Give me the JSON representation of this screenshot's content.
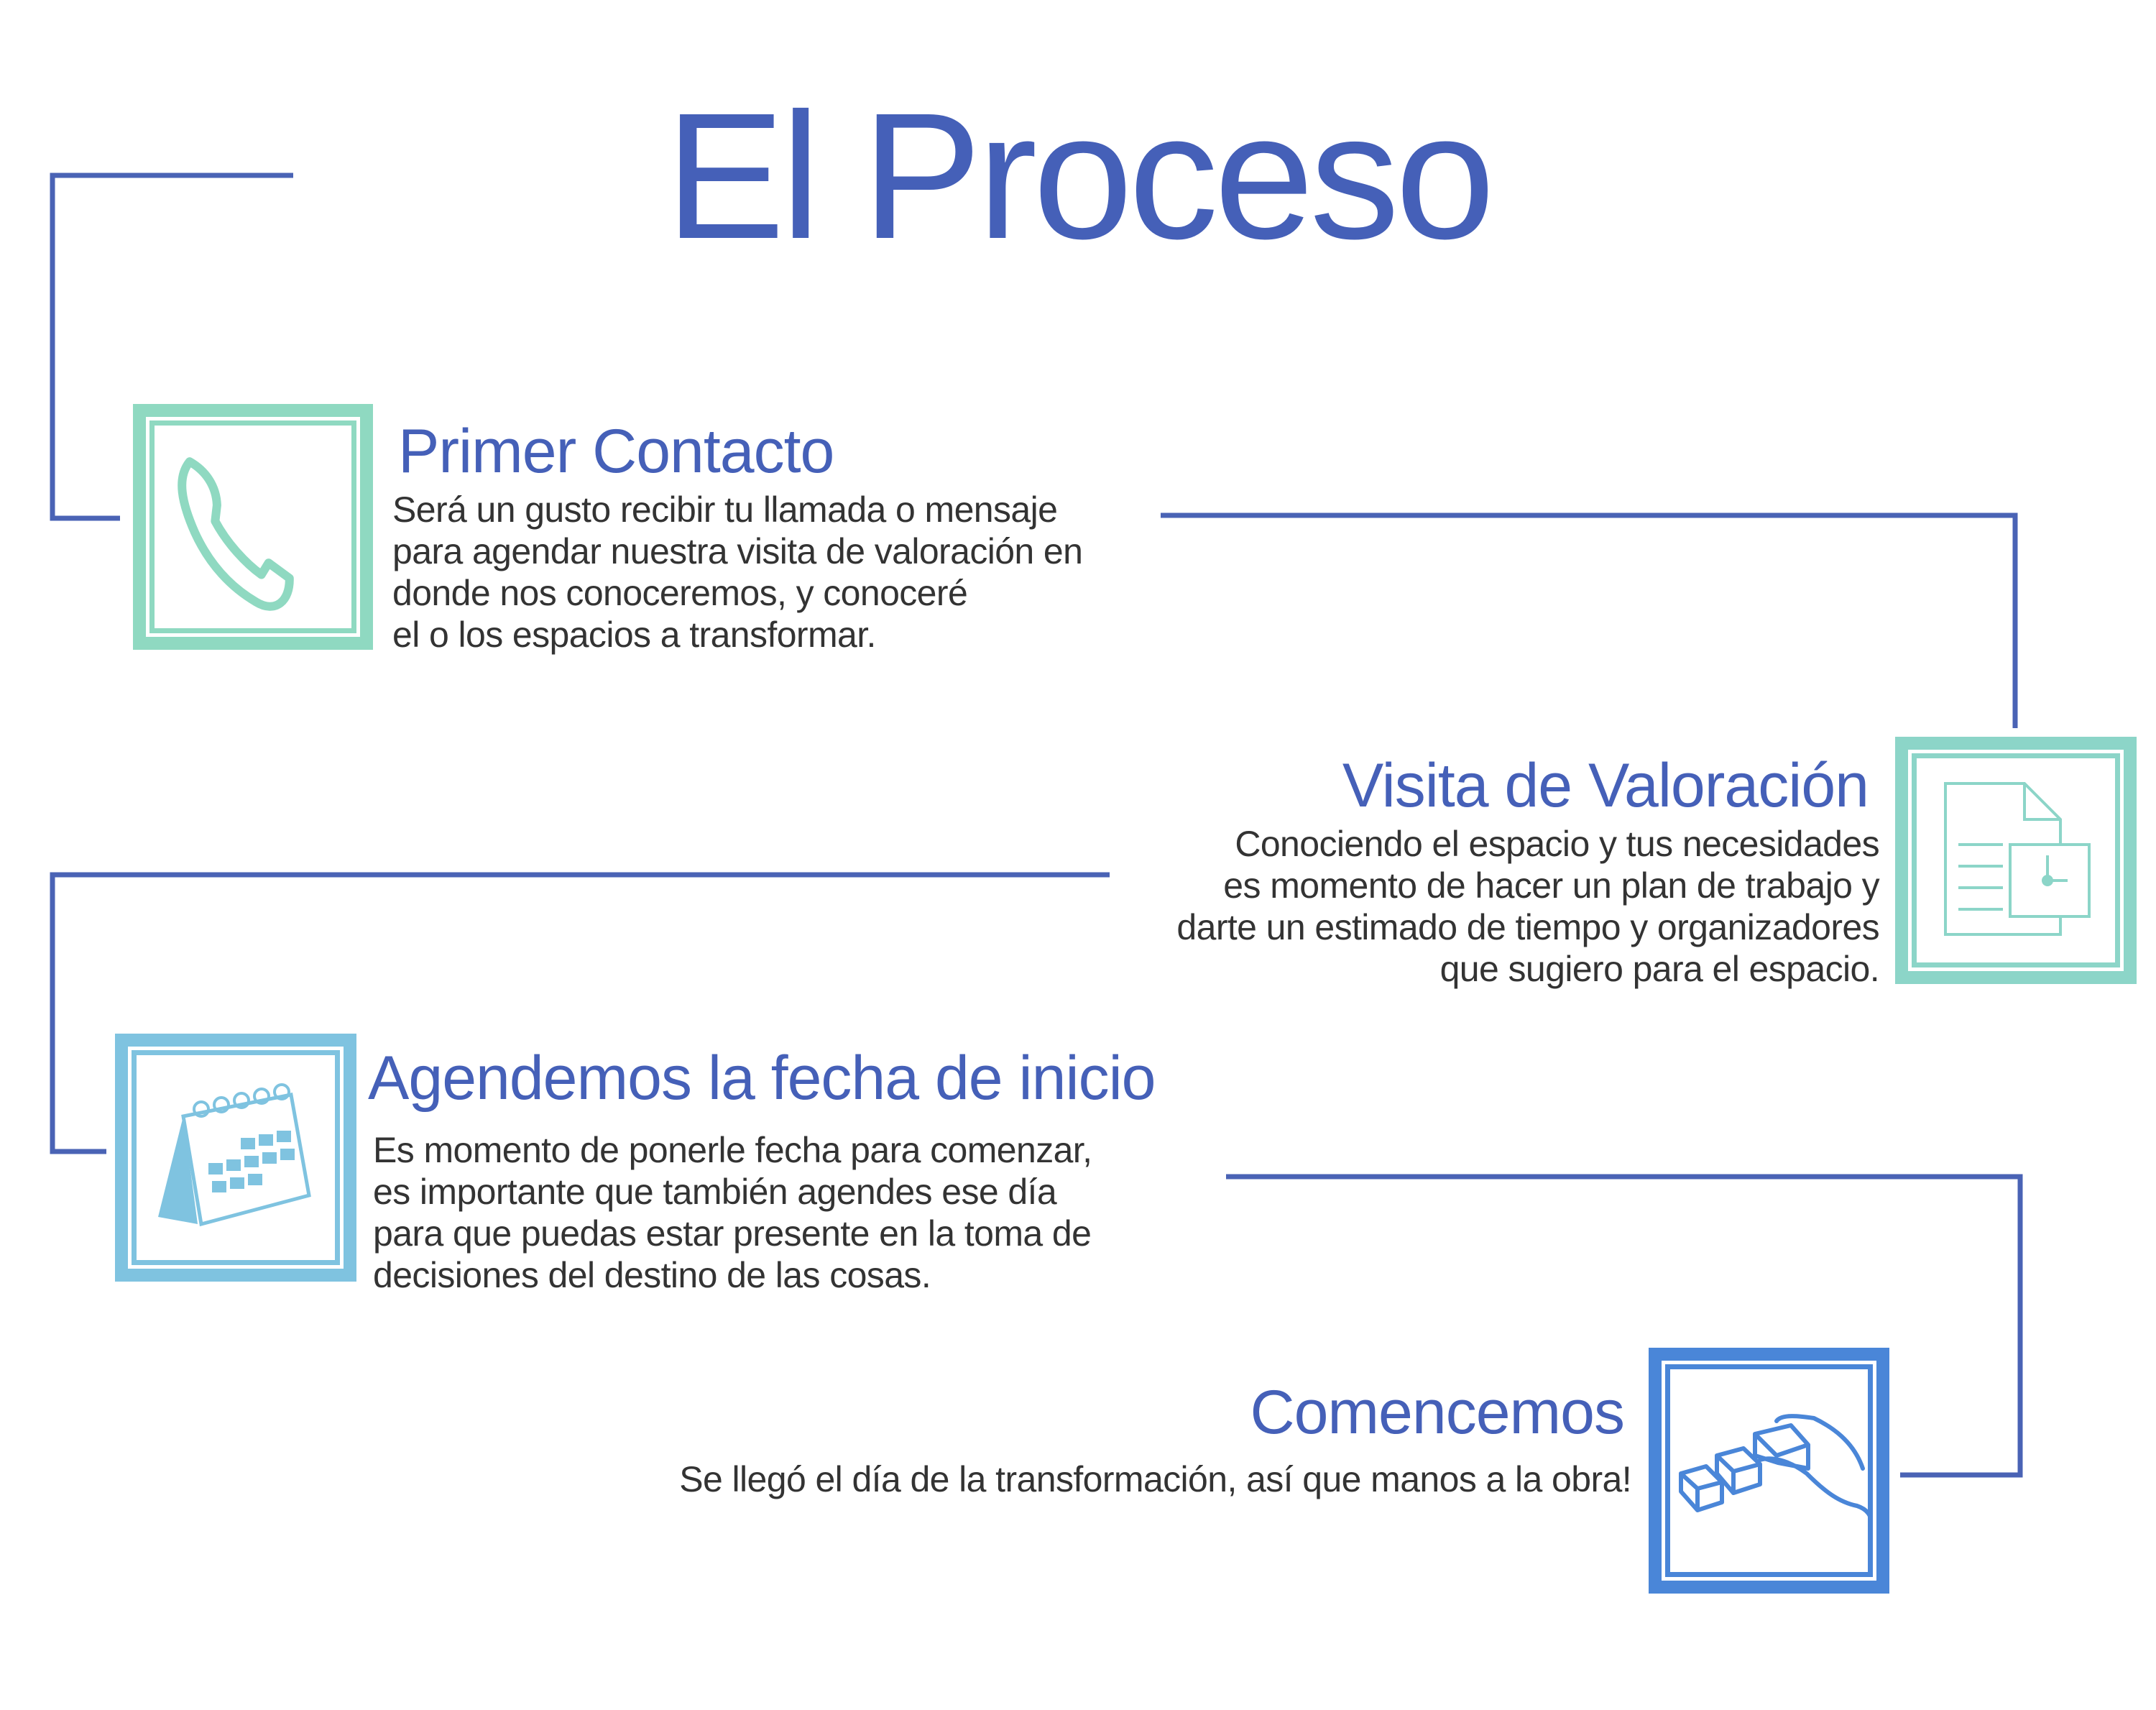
{
  "title": "El Proceso",
  "colors": {
    "lines": "#4a63b5",
    "title": "#4560b8",
    "step1": "#8fd9c1",
    "step2": "#8cd5c8",
    "step3": "#7fc3e0",
    "step4": "#4a86d8"
  },
  "steps": [
    {
      "heading": "Primer Contacto",
      "icon": "phone-icon",
      "lines": [
        "Será un gusto recibir tu llamada o mensaje",
        "para agendar nuestra visita de valoración en",
        "donde nos conoceremos, y conoceré",
        "el o los espacios a transformar."
      ]
    },
    {
      "heading": "Visita de Valoración",
      "icon": "document-icon",
      "lines": [
        "Conociendo el espacio y tus necesidades",
        "es momento de hacer un plan de trabajo y",
        "darte un estimado de tiempo y organizadores",
        "que sugiero para el espacio."
      ]
    },
    {
      "heading": "Agendemos la fecha de inicio",
      "icon": "calendar-icon",
      "lines": [
        "Es momento de ponerle fecha para comenzar,",
        "es importante que también agendes ese día",
        "para que puedas estar presente en la toma de",
        "decisiones del destino de las cosas."
      ]
    },
    {
      "heading": "Comencemos",
      "icon": "hand-blocks-icon",
      "lines": [
        "Se llegó el día de la transformación, así que manos a la obra!"
      ]
    }
  ]
}
